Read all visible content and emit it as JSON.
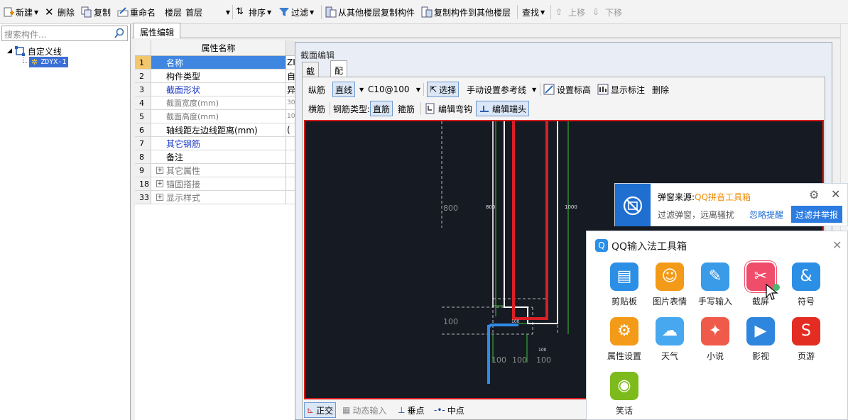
{
  "toolbar": {
    "new": "新建",
    "delete": "删除",
    "copy": "复制",
    "rename": "重命名",
    "floor_label": "楼层",
    "floor_value": "首层",
    "sort": "排序",
    "filter": "过滤",
    "copy_from_floor": "从其他楼层复制构件",
    "copy_to_floor": "复制构件到其他楼层",
    "find": "查找",
    "move_up": "上移",
    "move_down": "下移"
  },
  "left": {
    "search_placeholder": "搜索构件...",
    "tree_root": "自定义线",
    "tree_child": "ZDYX-1"
  },
  "props": {
    "tab": "属性编辑",
    "header": "属性名称",
    "rows": [
      {
        "num": "1",
        "name": "名称",
        "value": "ZI"
      },
      {
        "num": "2",
        "name": "构件类型",
        "value": "自"
      },
      {
        "num": "3",
        "name": "截面形状",
        "value": "异"
      },
      {
        "num": "4",
        "name": "截面宽度(mm)",
        "value": "30"
      },
      {
        "num": "5",
        "name": "截面高度(mm)",
        "value": "10"
      },
      {
        "num": "6",
        "name": "轴线距左边线距离(mm)",
        "value": "("
      },
      {
        "num": "7",
        "name": "其它钢筋",
        "value": ""
      },
      {
        "num": "8",
        "name": "备注",
        "value": ""
      },
      {
        "num": "9",
        "name": "其它属性",
        "value": ""
      },
      {
        "num": "18",
        "name": "锚固搭接",
        "value": ""
      },
      {
        "num": "33",
        "name": "显示样式",
        "value": ""
      }
    ]
  },
  "dialog": {
    "title": "截面编辑",
    "tab_section": "截面",
    "tab_rebar": "配筋",
    "row1": {
      "longitudinal": "纵筋",
      "straight": "直线",
      "spec": "C10@100",
      "select": "选择",
      "manual_ref": "手动设置参考线",
      "set_elevation": "设置标高",
      "show_label": "显示标注",
      "delete": "删除"
    },
    "row2": {
      "transverse": "横筋",
      "rebar_type_label": "钢筋类型:",
      "straight_rebar": "直筋",
      "stirrup": "箍筋",
      "edit_hook": "编辑弯钩",
      "edit_end": "编辑端头"
    },
    "bottom": {
      "orthogonal": "正交",
      "dynamic_input": "动态输入",
      "perpendicular": "垂点",
      "midpoint": "中点"
    },
    "canvas_labels": {
      "dim_800_left": "800",
      "dim_800_small": "800",
      "dim_1000_small": "1000",
      "dim_100_left": "100",
      "dim_100_small_a": "100",
      "dim_100_small_b": "100",
      "dim_100_b1": "100",
      "dim_100_b2": "100",
      "dim_100_b3": "100"
    }
  },
  "notice": {
    "source_label": "弹窗来源:",
    "source_name": "QQ拼音工具箱",
    "desc": "过滤弹窗，远离骚扰",
    "ignore": "忽略提醒",
    "report": "过滤并举报"
  },
  "qqbox": {
    "title": "QQ输入法工具箱",
    "tiles": [
      {
        "label": "剪贴板",
        "color": "#2c8fe6"
      },
      {
        "label": "图片表情",
        "color": "#f39a18"
      },
      {
        "label": "手写输入",
        "color": "#3a9be8"
      },
      {
        "label": "截屏",
        "color": "#ef4d6a"
      },
      {
        "label": "符号",
        "color": "#2c8fe6"
      },
      {
        "label": "属性设置",
        "color": "#f39a18"
      },
      {
        "label": "天气",
        "color": "#47a8ef"
      },
      {
        "label": "小说",
        "color": "#f05a4a"
      },
      {
        "label": "影视",
        "color": "#2e86de"
      },
      {
        "label": "页游",
        "color": "#e32c22"
      },
      {
        "label": "笑话",
        "color": "#7dbb1d"
      }
    ]
  }
}
